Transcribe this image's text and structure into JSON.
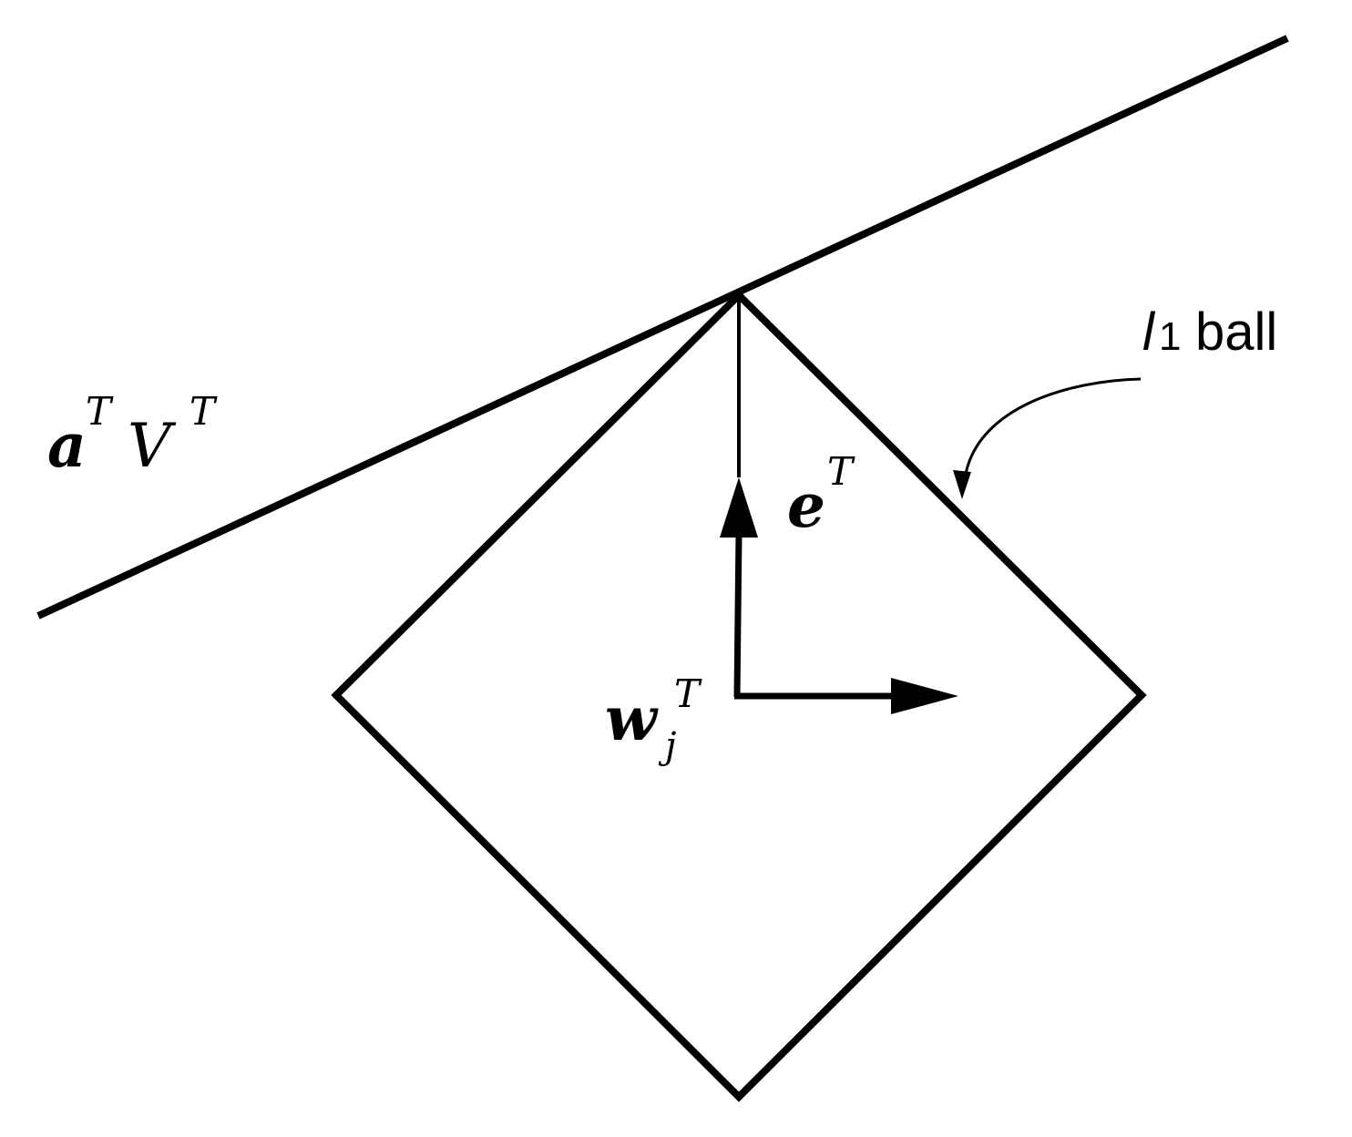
{
  "diagram": {
    "line_label": {
      "base1": "a",
      "sup1": "T",
      "base2": "V",
      "sup2": "T"
    },
    "vector_e": {
      "base": "e",
      "sup": "T"
    },
    "vector_w": {
      "base": "w",
      "sub": "j",
      "sup": "T"
    },
    "ball_label": {
      "symbol": "l",
      "subscript": "1",
      "text": "ball"
    }
  }
}
